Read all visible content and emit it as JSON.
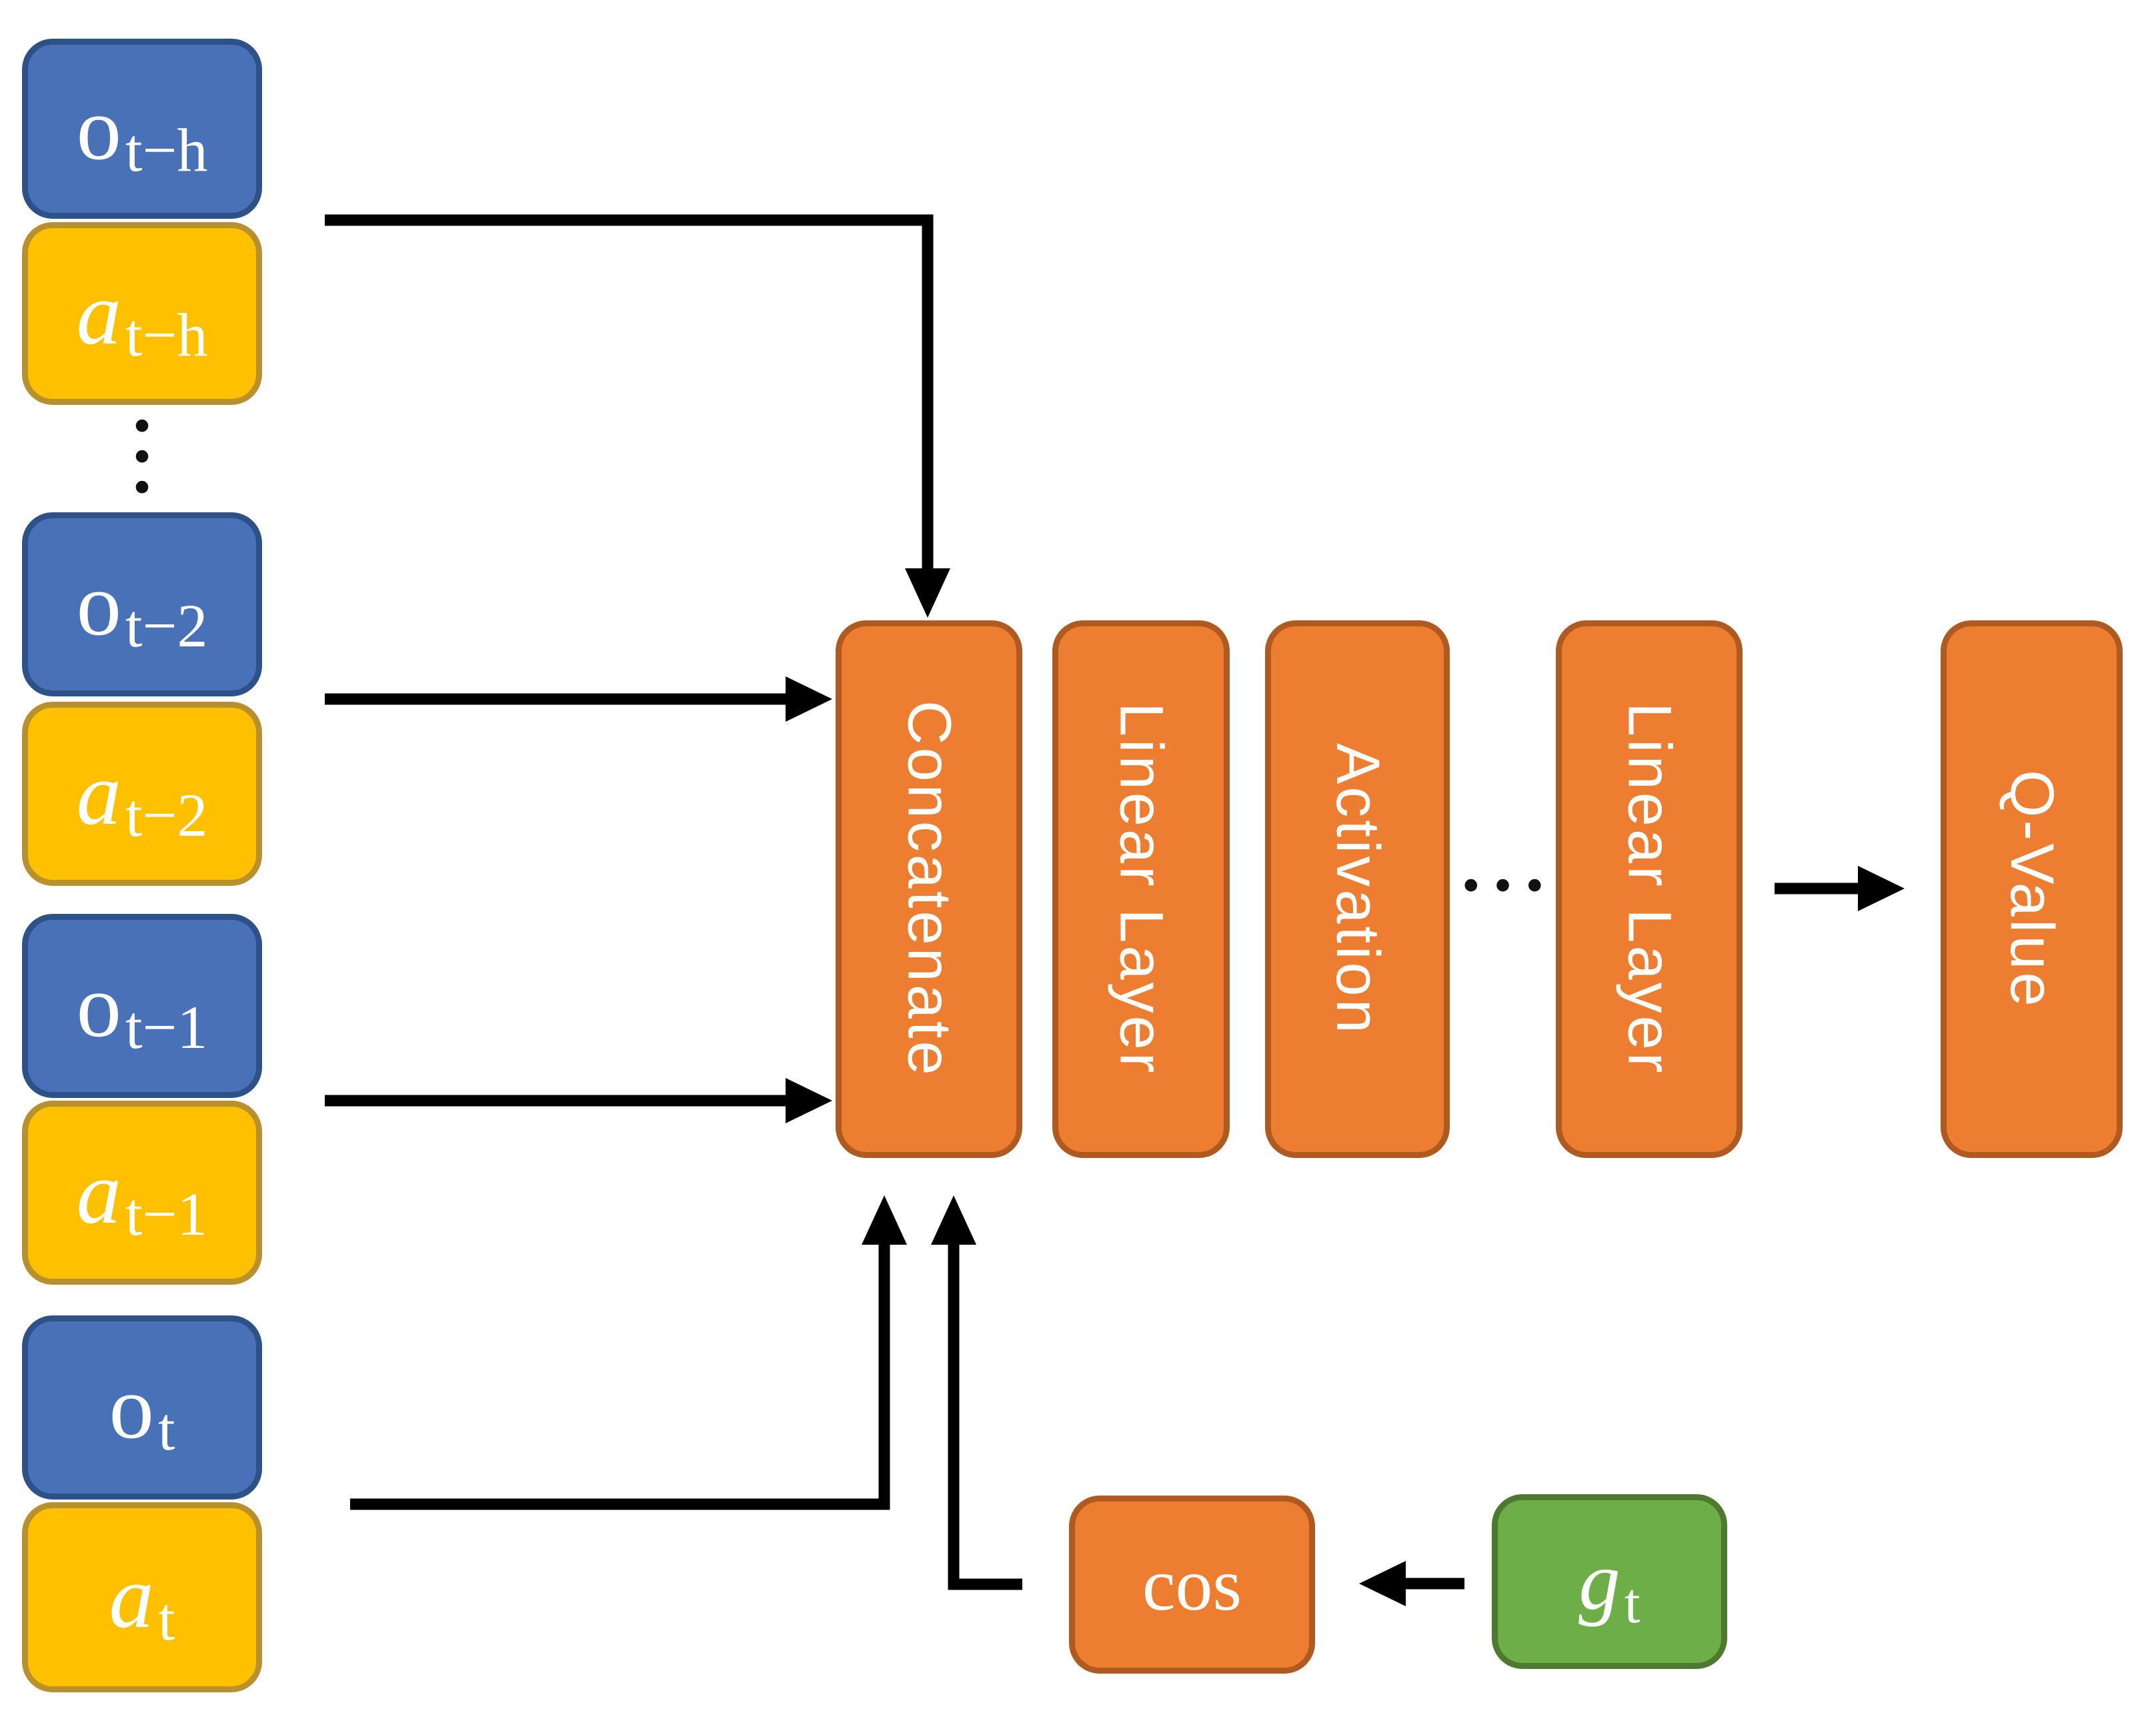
{
  "history_column": {
    "dot": "•",
    "boxes": [
      {
        "id": "obs-t-h",
        "type": "observation",
        "base": "o",
        "sub": "t−h"
      },
      {
        "id": "act-t-h",
        "type": "action",
        "base": "a",
        "sub": "t−h"
      },
      {
        "id": "obs-t-2",
        "type": "observation",
        "base": "o",
        "sub": "t−2"
      },
      {
        "id": "act-t-2",
        "type": "action",
        "base": "a",
        "sub": "t−2"
      },
      {
        "id": "obs-t-1",
        "type": "observation",
        "base": "o",
        "sub": "t−1"
      },
      {
        "id": "act-t-1",
        "type": "action",
        "base": "a",
        "sub": "t−1"
      },
      {
        "id": "obs-t",
        "type": "observation",
        "base": "o",
        "sub": "t"
      },
      {
        "id": "act-t",
        "type": "action",
        "base": "a",
        "sub": "t"
      }
    ]
  },
  "network": {
    "dot": "•",
    "layers": [
      {
        "label": "Concatenate"
      },
      {
        "label": "Linear Layer"
      },
      {
        "label": "Activation"
      },
      {
        "label": "Linear Layer"
      }
    ],
    "output": {
      "label": "Q-Value"
    }
  },
  "goal_branch": {
    "cos": {
      "label": "cos"
    },
    "goal": {
      "base": "g",
      "sub": "t"
    }
  },
  "colors": {
    "observation_fill": "#4871B7",
    "observation_border": "#2E5287",
    "action_fill": "#FFC000",
    "action_border": "#B8912E",
    "layer_fill": "#ED7D31",
    "layer_border": "#AE5A21",
    "goal_fill": "#6DAE49",
    "goal_border": "#4E7A2F",
    "arrow": "#000000",
    "label_text": "#FFFFFF"
  }
}
